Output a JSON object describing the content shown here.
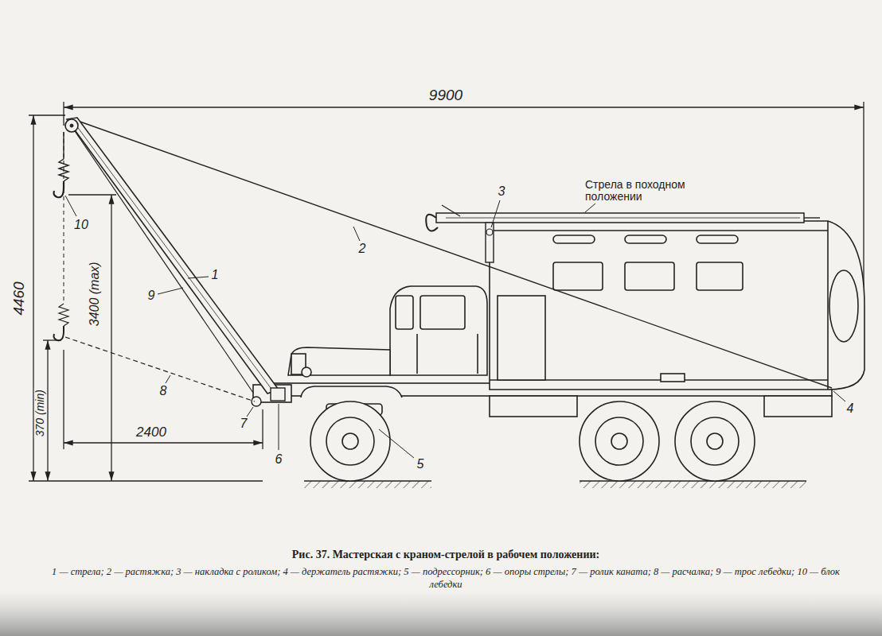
{
  "diagram": {
    "caption": "Рис. 37. Мастерская с краном-стрелой в рабочем положении:",
    "labels": [
      "9900",
      "4460",
      "3400 (max)",
      "370 (min)",
      "2400",
      "Стрела в походном положении",
      "1",
      "2",
      "3",
      "4",
      "5",
      "6",
      "7",
      "8",
      "9",
      "10",
      "1 — стрела; 2 — растяжка; 3 — накладка с роликом; 4 — держатель растяжки; 5 — подрессорник; 6 — опоры стрелы; 7 — ролик каната; 8 — расчалка; 9 — трос лебедки; 10 — блок лебедки"
    ]
  }
}
